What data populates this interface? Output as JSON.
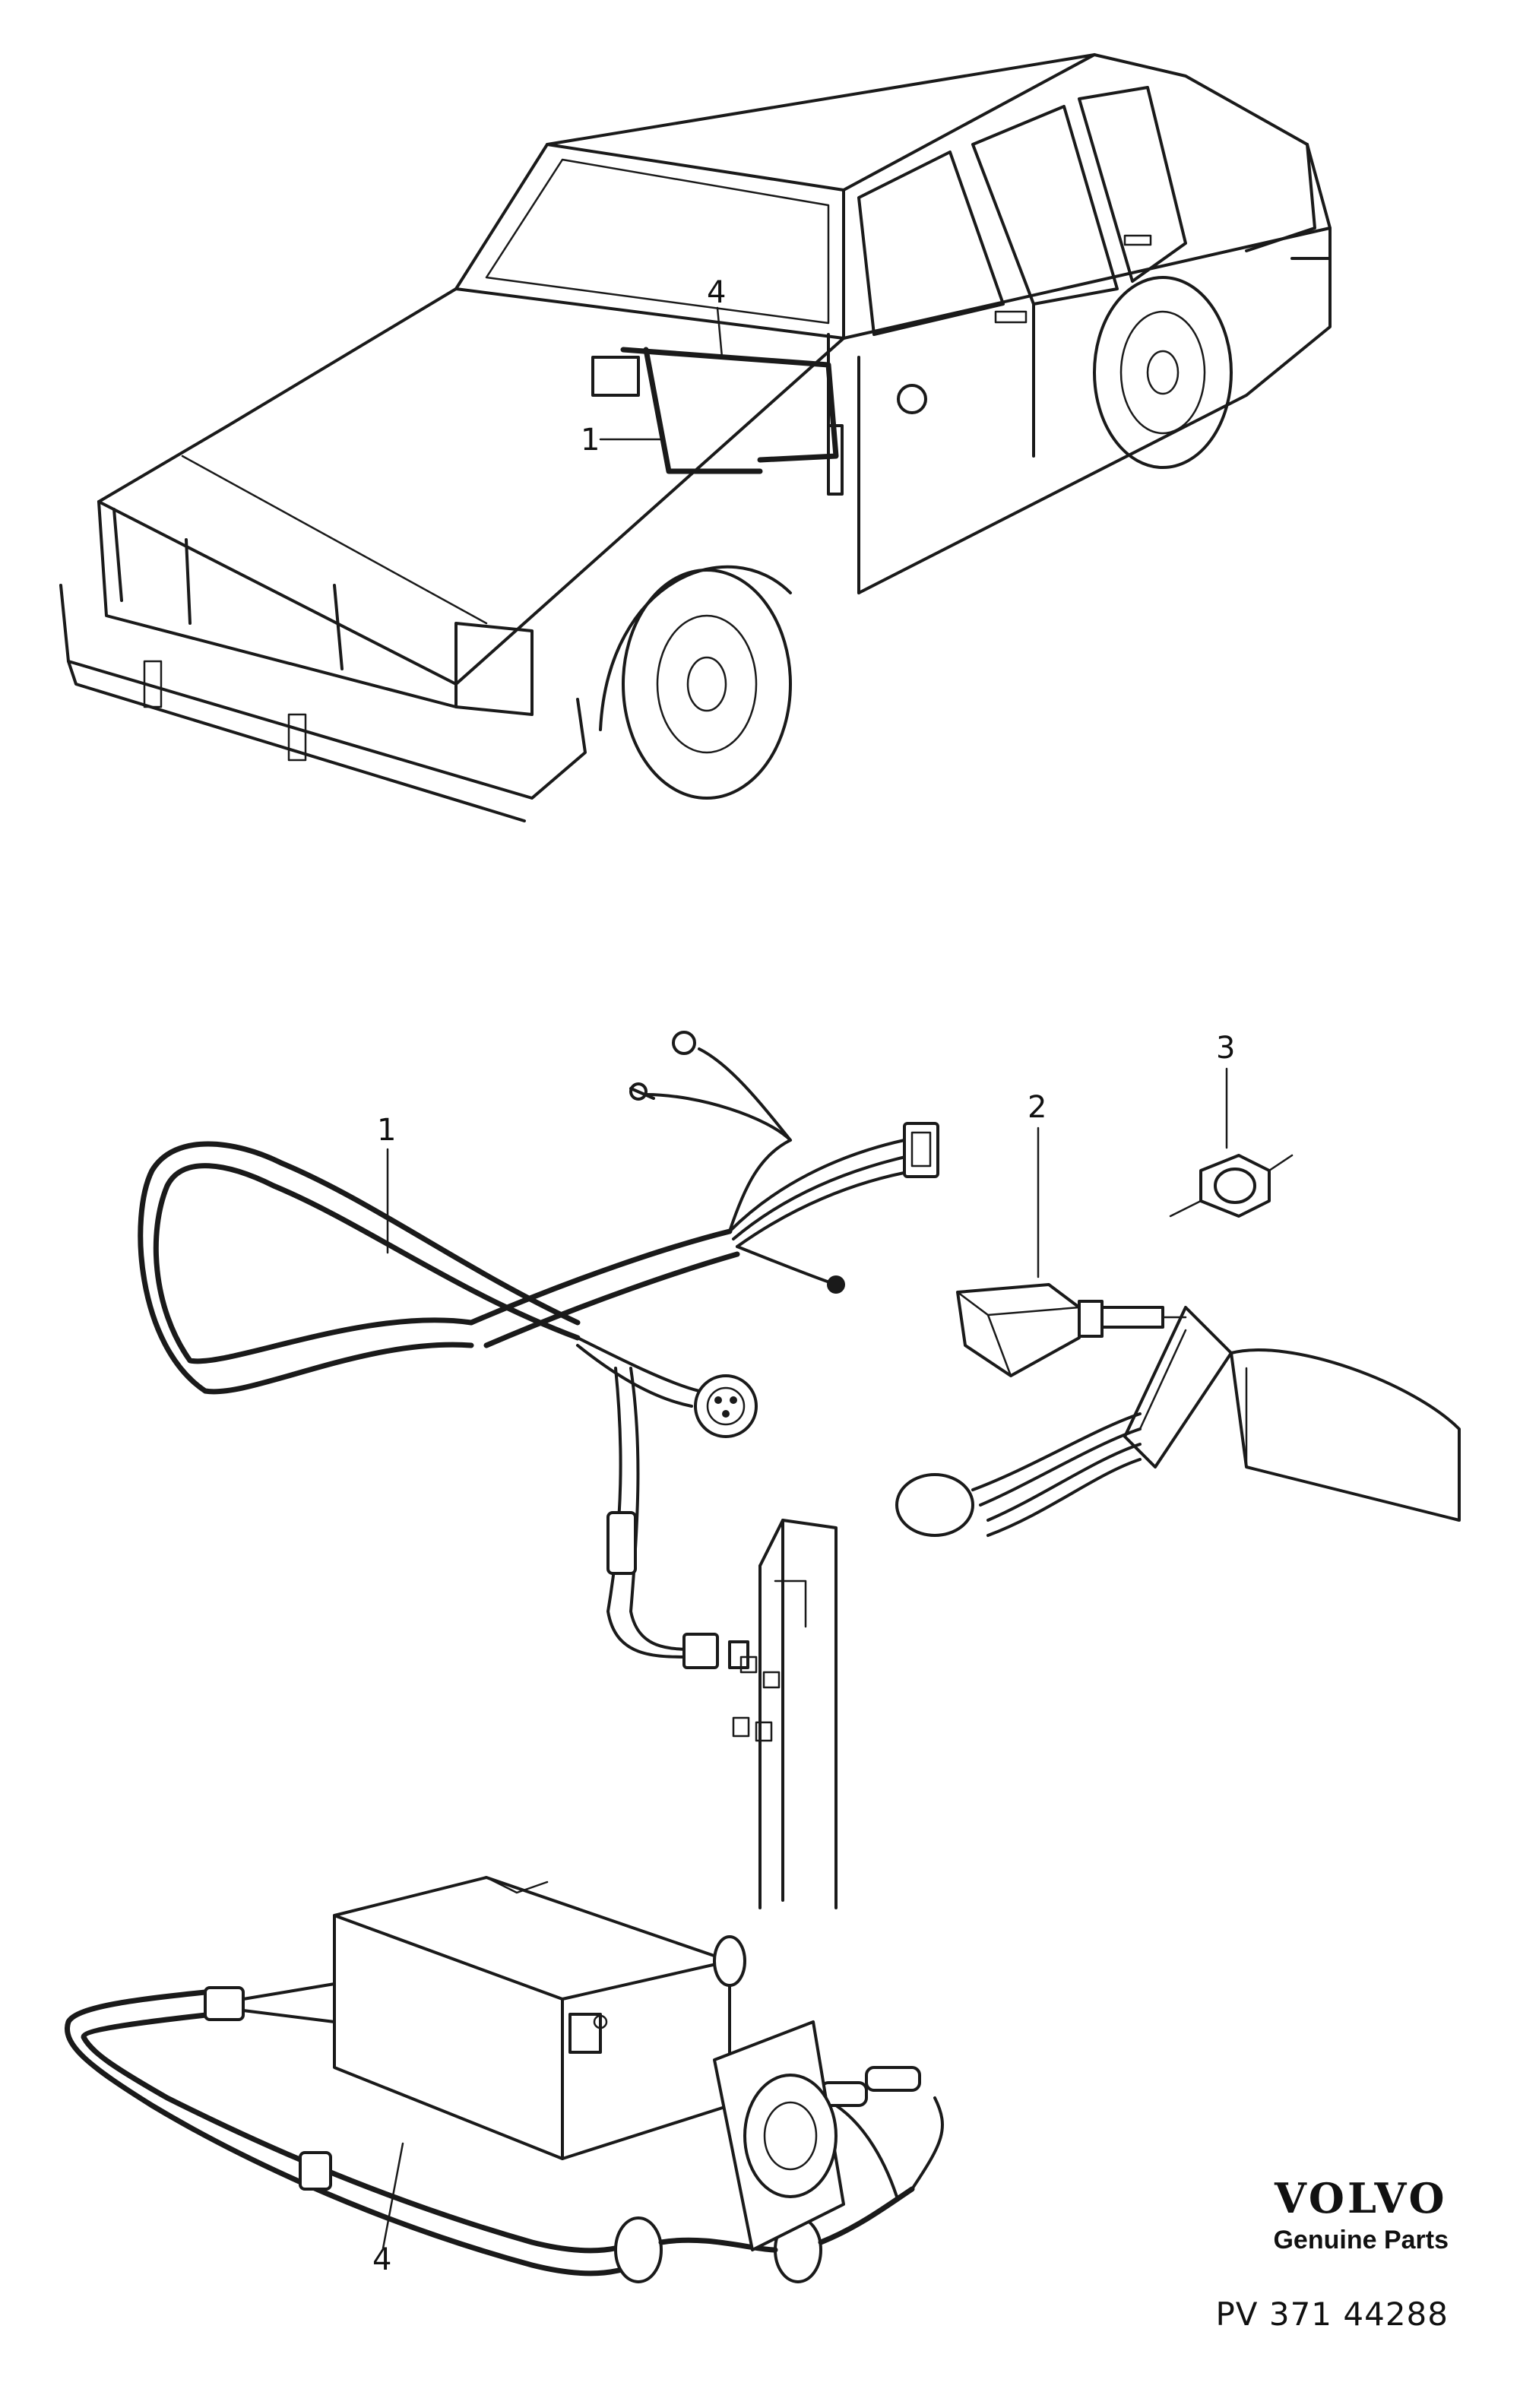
{
  "callouts": {
    "car_harness": "1",
    "car_antenna_cable": "4",
    "harness": "1",
    "switch": "2",
    "nut": "3",
    "antenna_cable": "4"
  },
  "brand": {
    "wordmark": "VOLVO",
    "tagline": "Genuine Parts"
  },
  "figure_ref": "PV 371 44288"
}
